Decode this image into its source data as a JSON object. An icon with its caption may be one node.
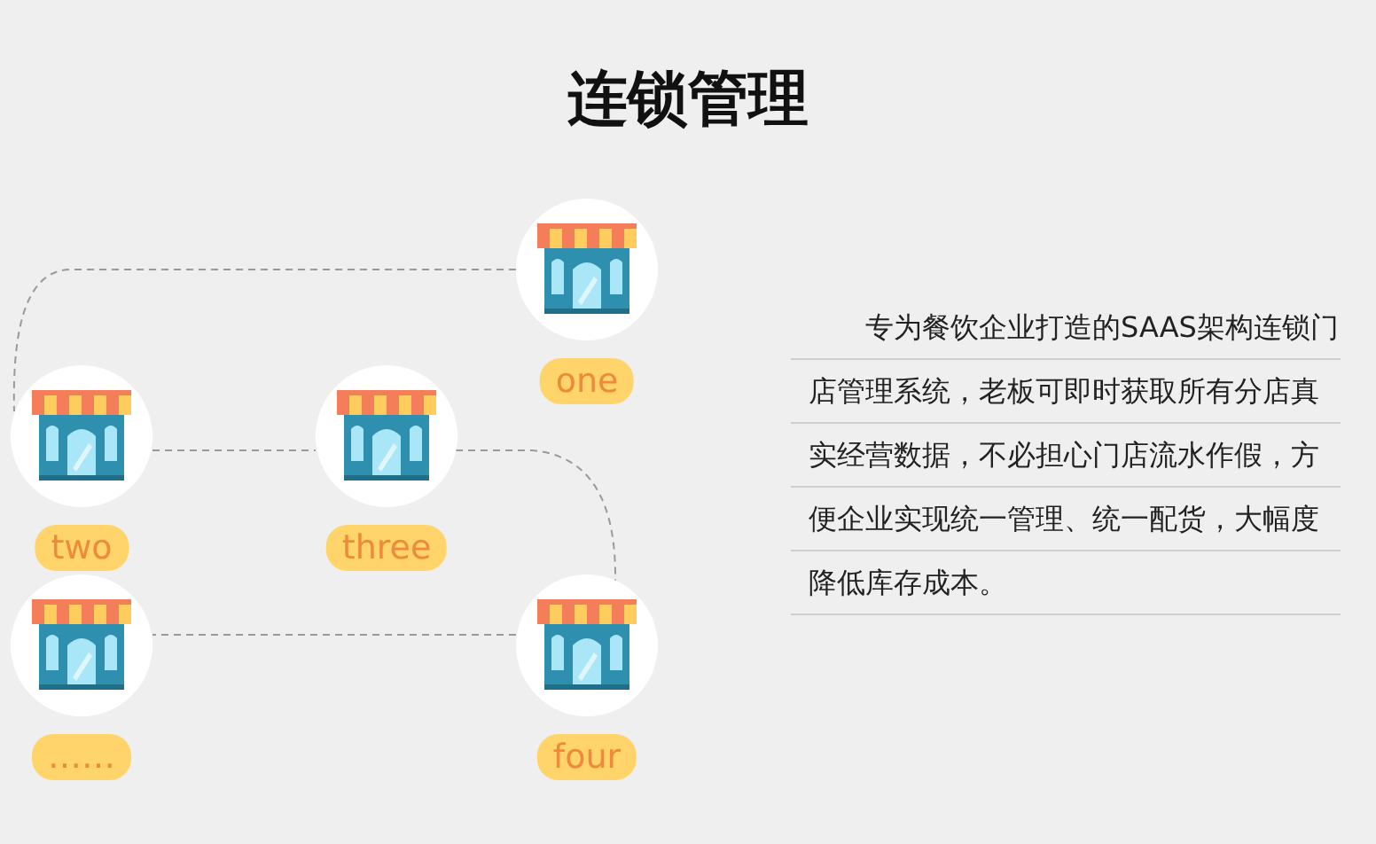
{
  "diagram": {
    "title": "连锁管理",
    "nodes": [
      {
        "text": [],
        "shape": "circle",
        "beside": [
          "one"
        ]
      },
      {
        "text": [],
        "shape": "circle",
        "beside": [
          "two"
        ]
      },
      {
        "text": [],
        "shape": "circle",
        "beside": [
          "three"
        ]
      },
      {
        "text": [],
        "shape": "circle",
        "beside": [
          "……"
        ]
      },
      {
        "text": [],
        "shape": "circle",
        "beside": [
          "four"
        ]
      }
    ],
    "edges": [
      {
        "from": 0,
        "to": 1,
        "arrow": "none",
        "style": "dashed"
      },
      {
        "from": 1,
        "to": 2,
        "arrow": "none",
        "style": "dashed"
      },
      {
        "from": 2,
        "to": 4,
        "arrow": "none",
        "style": "dashed"
      },
      {
        "from": 4,
        "to": 3,
        "arrow": "none",
        "style": "dashed"
      }
    ],
    "labels": [
      "专为餐饮企业打造的SAAS架构连锁门店管理系统，老板可即时获取所有分店真实经营数据，不必担心门店流水作假，方便企业实现统一管理、统一配货，大幅度降低库存成本。"
    ]
  }
}
